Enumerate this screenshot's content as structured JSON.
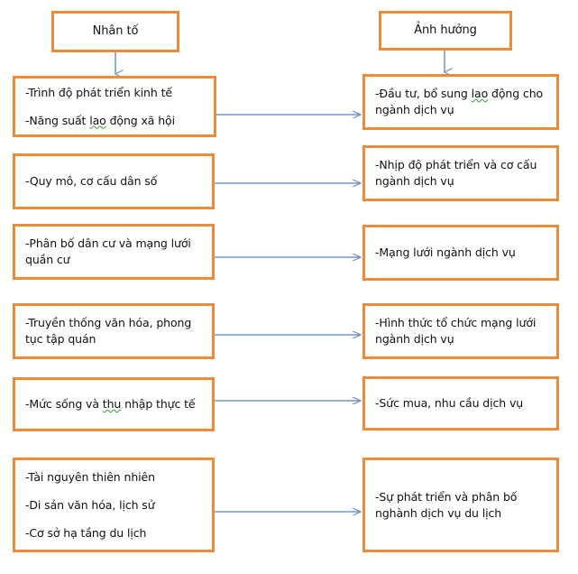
{
  "diagram": {
    "title_columns": [
      {
        "id": "factors",
        "label": "Nhân tố"
      },
      {
        "id": "effects",
        "label": "Ảnh hưởng"
      }
    ],
    "colors": {
      "box_border": "#ED8B3C",
      "box_fill": "#FFFFFF",
      "arrow": "#5B82B8",
      "text": "#111111",
      "spellcheck_underline": "#3A9A3A"
    },
    "left_nodes": [
      {
        "id": "left-1",
        "lines": [
          "-Trình độ phát triển kinh tế",
          "-Năng suất lao động xã hội"
        ]
      },
      {
        "id": "left-2",
        "lines": [
          "-Quy mô, cơ cấu dân số"
        ]
      },
      {
        "id": "left-3",
        "lines": [
          "-Phân bố dân cư và mạng lưới",
          "quần cư"
        ]
      },
      {
        "id": "left-4",
        "lines": [
          "-Truyền thống văn hóa, phong",
          "tục tập quán"
        ]
      },
      {
        "id": "left-5",
        "lines": [
          "-Mức sống và thu nhập thực tế"
        ]
      },
      {
        "id": "left-6",
        "lines": [
          "-Tài nguyên thiên nhiên",
          "-Di sản văn hóa, lịch sử",
          "-Cơ sở hạ tầng du lịch"
        ]
      }
    ],
    "right_nodes": [
      {
        "id": "right-1",
        "lines": [
          "-Đầu tư, bổ sung lao động cho",
          "ngành dịch vụ"
        ]
      },
      {
        "id": "right-2",
        "lines": [
          "-Nhịp độ phát triển và cơ cấu",
          "ngành dịch vụ"
        ]
      },
      {
        "id": "right-3",
        "lines": [
          "-Mạng lưới ngành dịch vụ"
        ]
      },
      {
        "id": "right-4",
        "lines": [
          "-Hình thức tổ chức mạng lưới",
          "ngành dịch vụ"
        ]
      },
      {
        "id": "right-5",
        "lines": [
          "-Sức mua, nhu cầu dịch vụ"
        ]
      },
      {
        "id": "right-6",
        "lines": [
          "-Sự phát triển và phân bố",
          "nghành dịch vụ du lịch"
        ]
      }
    ],
    "connections": [
      {
        "id": "conn-header-left",
        "kind": "vertical-arrow",
        "from": "factors",
        "to": "left-1"
      },
      {
        "id": "conn-header-right",
        "kind": "vertical-arrow",
        "from": "effects",
        "to": "right-1"
      },
      {
        "id": "conn-1",
        "kind": "horizontal-arrow",
        "from": "left-1",
        "to": "right-1"
      },
      {
        "id": "conn-2",
        "kind": "horizontal-arrow",
        "from": "left-2",
        "to": "right-2"
      },
      {
        "id": "conn-3",
        "kind": "horizontal-arrow",
        "from": "left-3",
        "to": "right-3"
      },
      {
        "id": "conn-4",
        "kind": "horizontal-arrow",
        "from": "left-4",
        "to": "right-4"
      },
      {
        "id": "conn-5",
        "kind": "horizontal-arrow",
        "from": "left-5",
        "to": "right-5"
      },
      {
        "id": "conn-6",
        "kind": "horizontal-arrow",
        "from": "left-6",
        "to": "right-6"
      }
    ]
  }
}
